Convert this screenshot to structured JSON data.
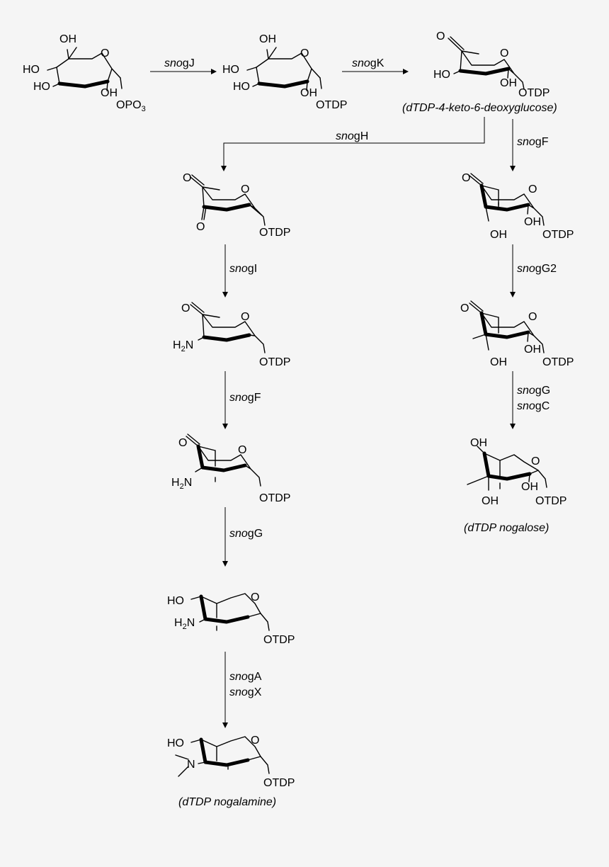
{
  "atoms": {
    "oh": "OH",
    "ho": "HO",
    "o": "O",
    "o_p": "OPO",
    "sub3": "3",
    "otdp": "OTDP",
    "h2n_h": "H",
    "sub2": "2",
    "h2n_n": "N",
    "n": "N"
  },
  "enzymes": {
    "snogJ": {
      "italic": "sno",
      "rest": "gJ"
    },
    "snogK": {
      "italic": "sno",
      "rest": "gK"
    },
    "snogH": {
      "italic": "sno",
      "rest": "gH"
    },
    "snogF_right": {
      "italic": "sno",
      "rest": "gF"
    },
    "snogI": {
      "italic": "sno",
      "rest": "gI"
    },
    "snogG2": {
      "italic": "sno",
      "rest": "gG2"
    },
    "snogF_left": {
      "italic": "sno",
      "rest": "gF"
    },
    "snogG_right": {
      "italic": "sno",
      "rest": "gG"
    },
    "snogC": {
      "italic": "sno",
      "rest": "gC"
    },
    "snogG_left": {
      "italic": "sno",
      "rest": "gG"
    },
    "snogA": {
      "italic": "sno",
      "rest": "gA"
    },
    "snogX": {
      "italic": "sno",
      "rest": "gX"
    }
  },
  "compound_names": {
    "keto_deoxyglucose": "(dTDP-4-keto-6-deoxyglucose)",
    "nogalose": "(dTDP nogalose)",
    "nogalamine": "(dTDP nogalamine)"
  },
  "colors": {
    "background": "#f5f5f5",
    "ink": "#000000"
  }
}
